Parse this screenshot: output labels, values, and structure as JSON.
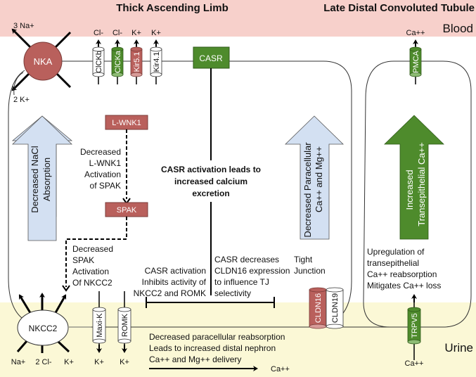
{
  "header": {
    "left_title": "Thick Ascending Limb",
    "right_title": "Late Distal Convoluted Tubule",
    "blood_label": "Blood",
    "urine_label": "Urine"
  },
  "colors": {
    "blood_band": "#f7d0cb",
    "urine_band": "#fbf8d6",
    "red_protein": "#b9605c",
    "green_protein": "#4e8b2c",
    "light_blue_arrow": "#d3e0f2",
    "green_arrow": "#4e8b2c"
  },
  "nka": {
    "label": "NKA",
    "out_label": "3 Na+",
    "in_label": "2 K+"
  },
  "channels_top": [
    {
      "label": "ClCKb",
      "ion": "Cl-",
      "color": "white"
    },
    {
      "label": "ClCKa",
      "ion": "Cl-",
      "color": "green"
    },
    {
      "label": "Kir5.1",
      "ion": "K+",
      "color": "red"
    },
    {
      "label": "Kir4.1",
      "ion": "K+",
      "color": "white"
    }
  ],
  "casr": {
    "label": "CASR"
  },
  "lwnk1": {
    "label": "L-WNK1"
  },
  "spak": {
    "label": "SPAK"
  },
  "notes": {
    "lwnk1_spak": [
      "Decreased",
      "L-WNK1",
      "Activation",
      "of SPAK"
    ],
    "spak_nkcc2": [
      "Decreased",
      "SPAK",
      "Activation",
      "Of NKCC2"
    ],
    "casr_main": [
      "CASR activation leads to",
      "increased calcium",
      "excretion"
    ],
    "casr_inhibits": [
      "CASR activation",
      "Inhibits activity of",
      "NKCC2 and ROMK"
    ],
    "casr_cldn16": [
      "CASR decreases",
      "CLDN16 expression",
      "to influence TJ",
      "selectivity"
    ],
    "tight_junction": [
      "Tight",
      "Junction"
    ],
    "transepithelial": [
      "Upregulation of",
      "transepithelial",
      "Ca++ reabsorption",
      "Mitigates Ca++ loss"
    ],
    "paracellular_bottom": [
      "Decreased paracellular reabsorption",
      "Leads to increased distal nephron",
      "Ca++ and Mg++ delivery"
    ],
    "bottom_ca": "Ca++"
  },
  "arrows_big": {
    "nacl": [
      "Decreased NaCl",
      "Absorption"
    ],
    "paracellular": [
      "Decreased Paracellular",
      "Ca++ and Mg++"
    ],
    "transepithelial": [
      "Increased",
      "Transepithelial Ca++"
    ]
  },
  "nkcc2": {
    "label": "NKCC2",
    "ions": [
      "Na+",
      "2 Cl-",
      "K+"
    ]
  },
  "channels_bottom": [
    {
      "label": "Maxi-K",
      "ion": "K+"
    },
    {
      "label": "ROMK",
      "ion": "K+"
    }
  ],
  "claudins": [
    {
      "label": "CLDN16",
      "color": "red"
    },
    {
      "label": "CLDN19",
      "color": "white"
    }
  ],
  "pmca": {
    "label": "PMCA",
    "ion": "Ca++"
  },
  "trpv5": {
    "label": "TRPV5",
    "ion": "Ca++"
  }
}
